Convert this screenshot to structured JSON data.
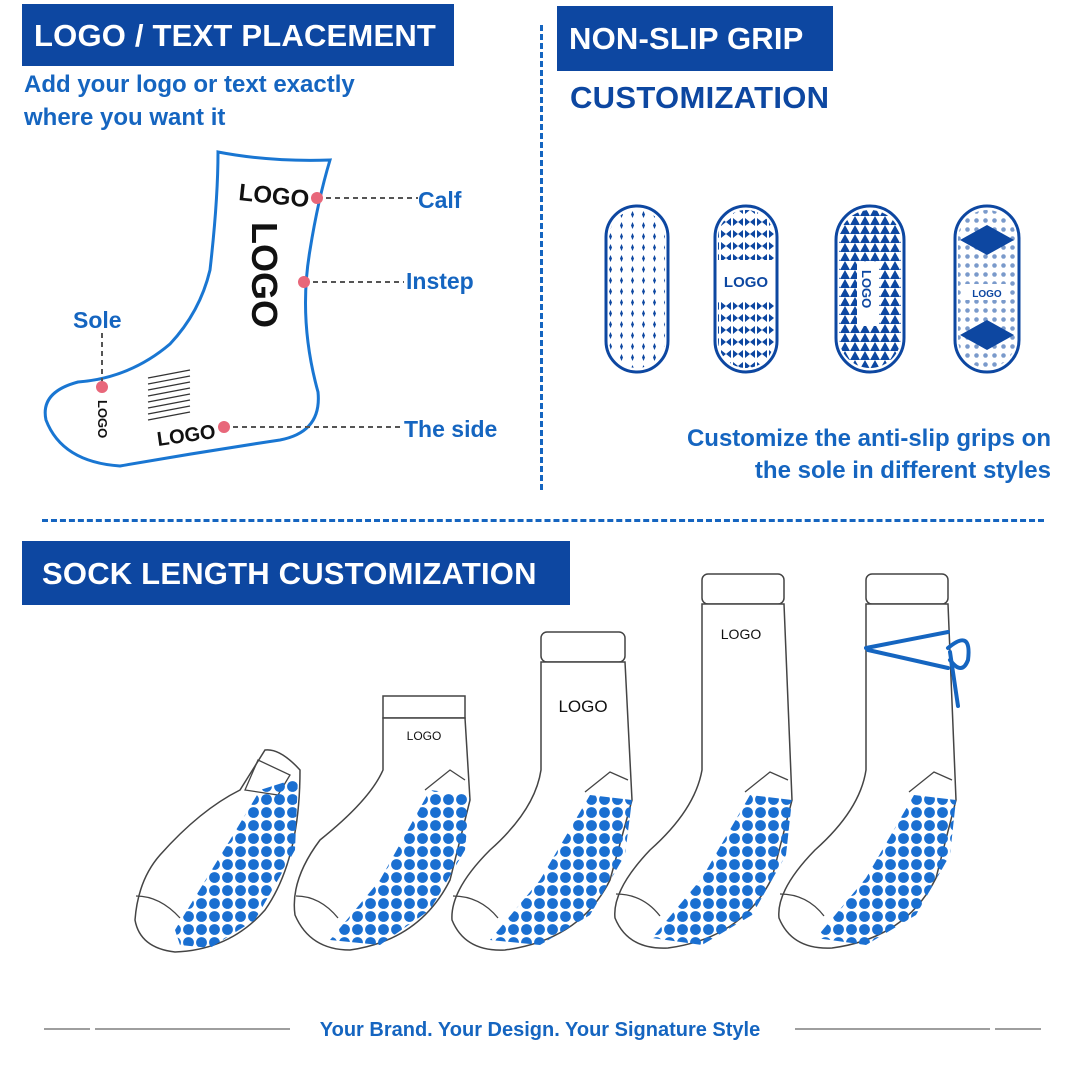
{
  "placement": {
    "banner": "LOGO / TEXT PLACEMENT",
    "desc_line1": "Add your logo or text exactly",
    "desc_line2": "where you want it",
    "labels": {
      "calf": "Calf",
      "instep": "Instep",
      "sole": "Sole",
      "side": "The side"
    },
    "sock_logo": "LOGO"
  },
  "grip": {
    "banner": "NON-SLIP GRIP",
    "subtitle": "CUSTOMIZATION",
    "pad_logo": "LOGO",
    "desc_line1": "Customize the anti-slip grips on",
    "desc_line2": "the sole in different styles"
  },
  "length": {
    "banner": "SOCK LENGTH CUSTOMIZATION",
    "sock_logo": "LOGO"
  },
  "footer": {
    "tagline": "Your Brand. Your Design. Your Signature Style"
  },
  "colors": {
    "brand_blue": "#0d47a1",
    "accent_blue": "#1565c0",
    "grip_blue": "#1a6fd1",
    "pin_red": "#e8677a"
  }
}
